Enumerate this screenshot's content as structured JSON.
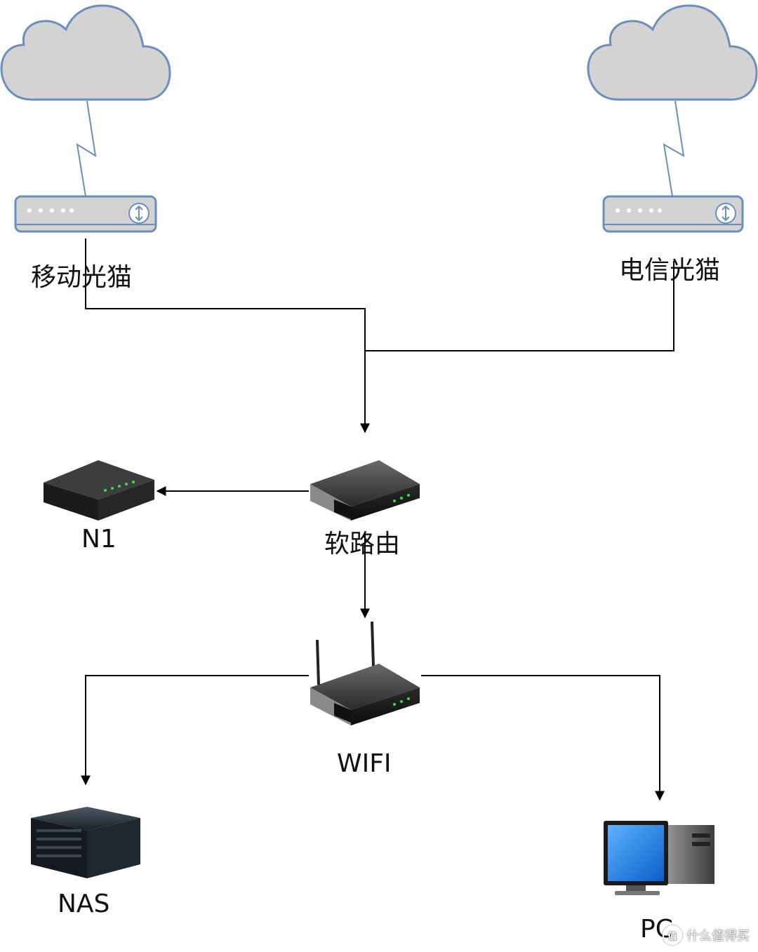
{
  "nodes": {
    "modem_mobile": {
      "label": "移动光猫"
    },
    "modem_telecom": {
      "label": "电信光猫"
    },
    "soft_router": {
      "label": "软路由"
    },
    "n1": {
      "label": "N1"
    },
    "wifi": {
      "label": "WIFI"
    },
    "nas": {
      "label": "NAS"
    },
    "pc": {
      "label": "PC"
    }
  },
  "watermark": {
    "icon": "值",
    "text": "什么值得买"
  },
  "colors": {
    "cloud_fill": "#d3d3d3",
    "cloud_stroke": "#6c8ebf",
    "modem_fill": "#d3d3d3",
    "modem_stroke": "#6c8ebf",
    "edge": "#000000"
  }
}
